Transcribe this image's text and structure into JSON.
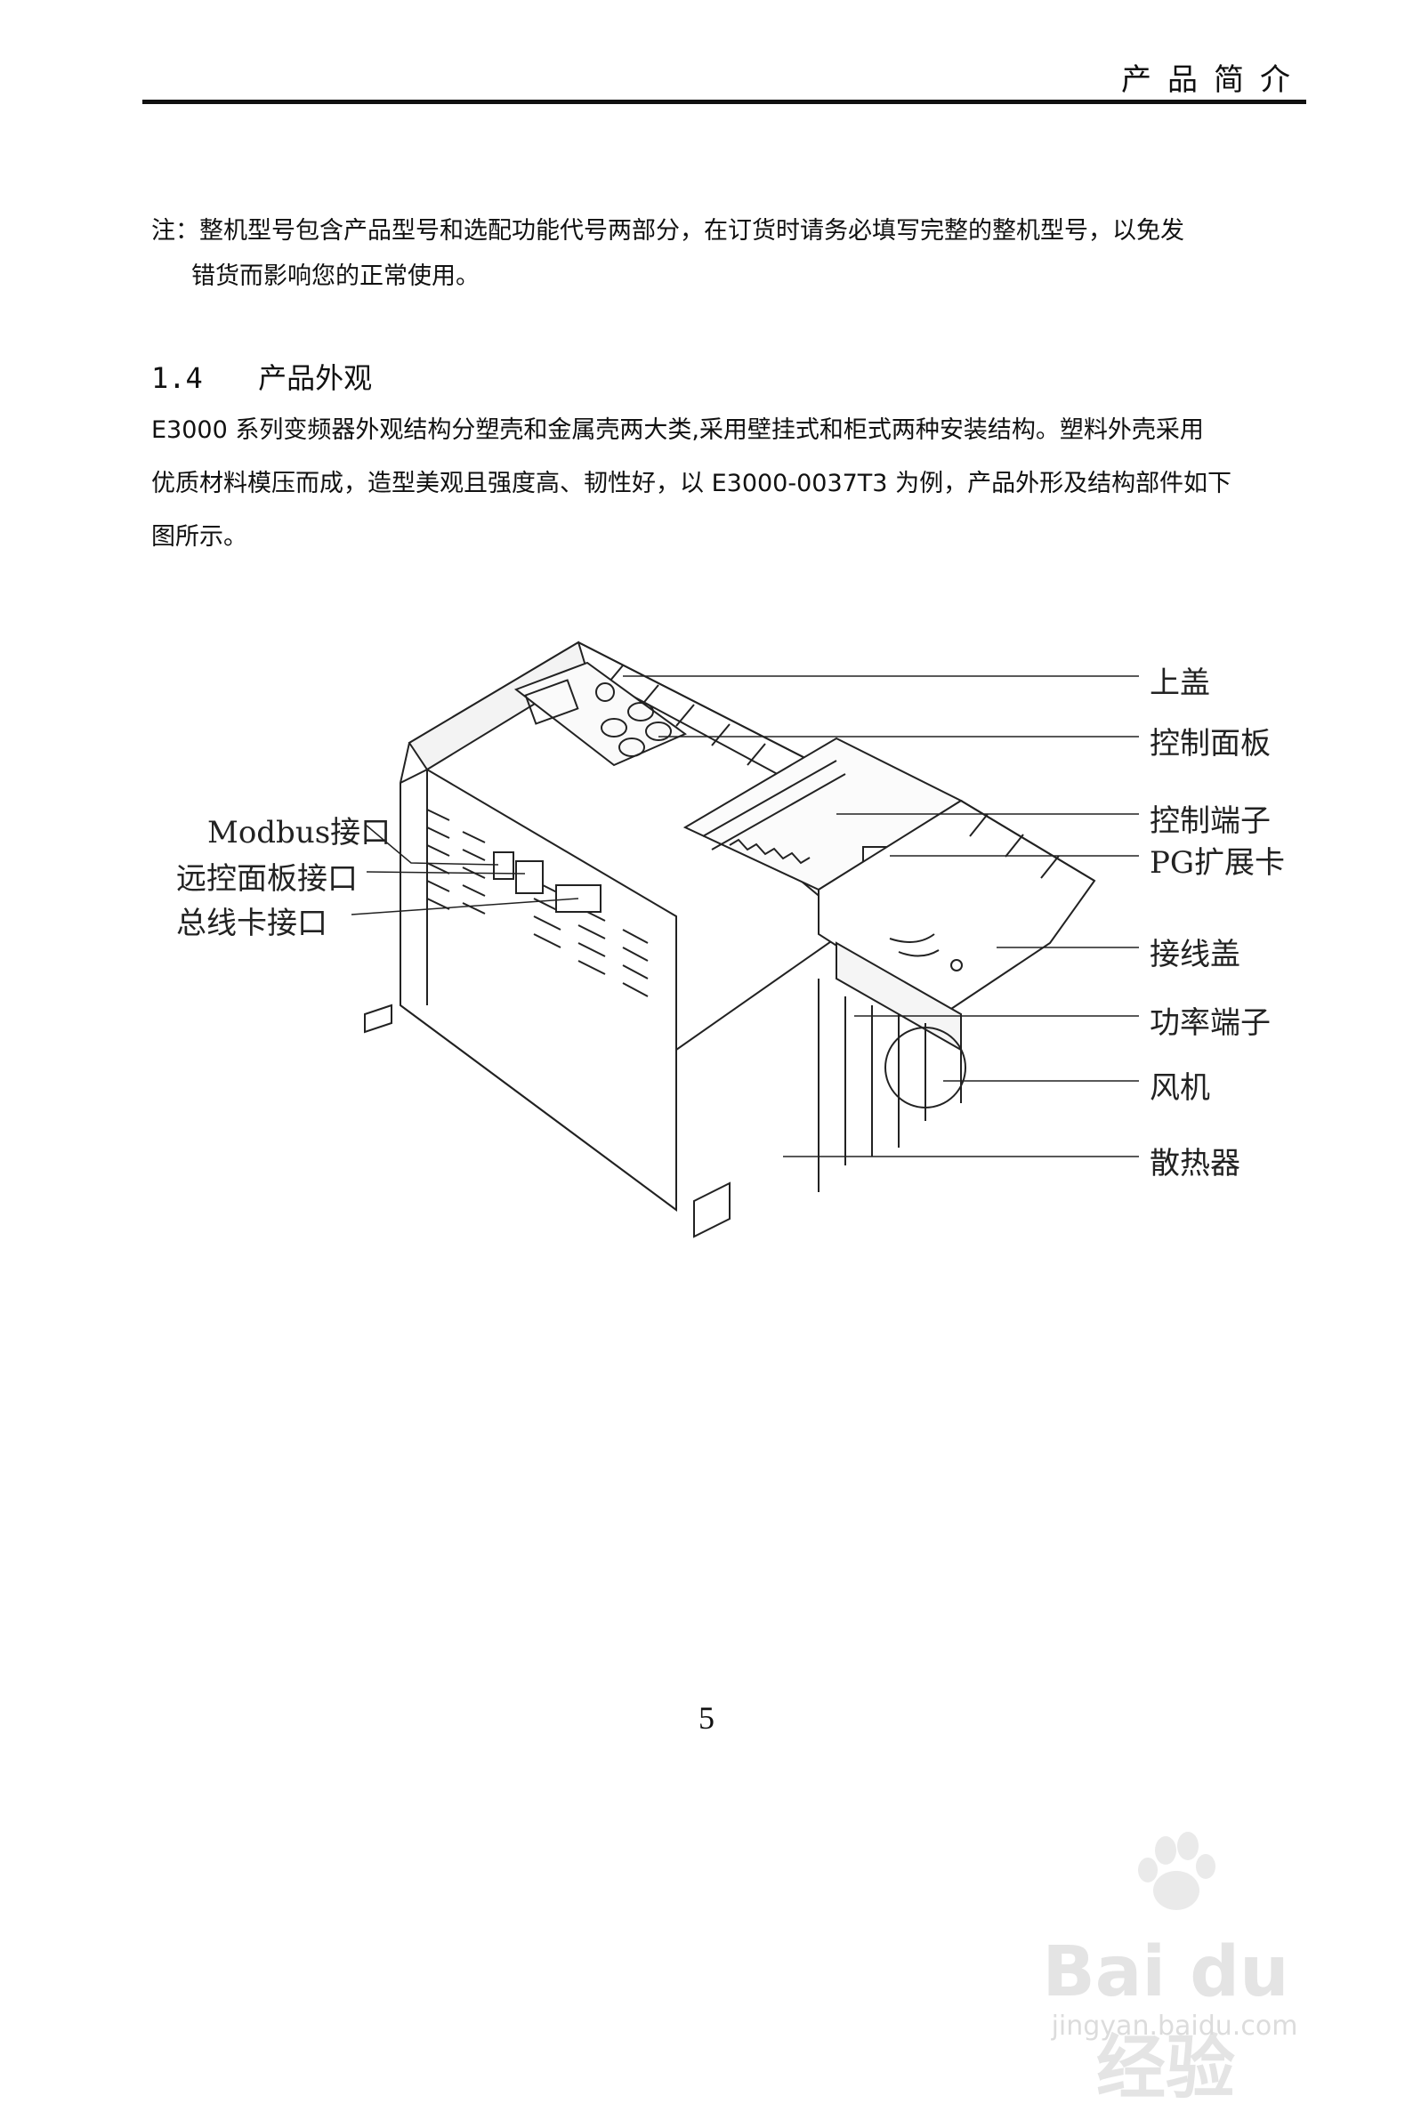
{
  "header": {
    "title": "产品简介"
  },
  "note": {
    "line1": "注：整机型号包含产品型号和选配功能代号两部分，在订货时请务必填写完整的整机型号，以免发",
    "line2": "错货而影响您的正常使用。"
  },
  "section": {
    "number": "1.4",
    "title": "产品外观"
  },
  "paragraph": {
    "line1": "E3000 系列变频器外观结构分塑壳和金属壳两大类,采用壁挂式和柜式两种安装结构。塑料外壳采用",
    "line2": "优质材料模压而成，造型美观且强度高、韧性好，以 E3000-0037T3 为例，产品外形及结构部件如下",
    "line3": "图所示。"
  },
  "figure": {
    "labels_left": [
      "Modbus接口",
      "远控面板接口",
      "总线卡接口"
    ],
    "labels_right": [
      "上盖",
      "控制面板",
      "控制端子",
      "PG扩展卡",
      "接线盖",
      "功率端子",
      "风机",
      "散热器"
    ]
  },
  "footer": {
    "page_number": "5"
  },
  "watermark": {
    "brand": "Bai du 经验",
    "url": "jingyan.baidu.com"
  }
}
